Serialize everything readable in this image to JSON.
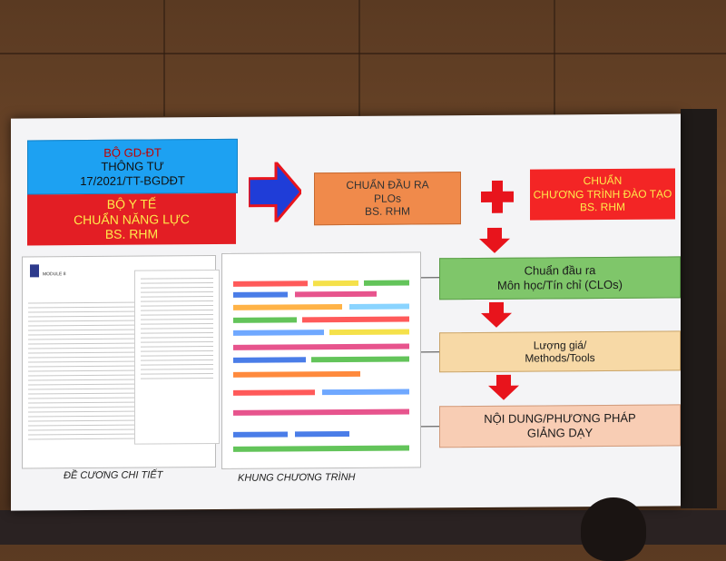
{
  "boxes": {
    "ministry_education": {
      "line1": "BỘ GD-ĐT",
      "line2": "THÔNG TƯ",
      "line3": "17/2021/TT-BGDĐT"
    },
    "ministry_health": {
      "line1": "BỘ Y TẾ",
      "line2": "CHUẨN NĂNG LỰC",
      "line3": "BS. RHM"
    },
    "program_outcomes": {
      "line1": "CHUẨN ĐẦU RA",
      "line2": "PLOs",
      "line3": "BS. RHM"
    },
    "program_standard": {
      "line1": "CHUẨN",
      "line2": "CHƯƠNG TRÌNH ĐÀO TẠO",
      "line3": "BS. RHM"
    },
    "course_outcomes": {
      "line1": "Chuẩn đầu ra",
      "line2": "Môn học/Tín chỉ (CLOs)"
    },
    "assessment": {
      "line1": "Lượng giá/",
      "line2": "Methods/Tools"
    },
    "content_methods": {
      "line1": "NỘI DUNG/PHƯƠNG PHÁP",
      "line2": "GIẢNG DẠY"
    }
  },
  "doc_left": {
    "title": "MODULE 8"
  },
  "captions": {
    "syllabus": "ĐỀ CƯƠNG CHI TIẾT",
    "curriculum": "KHUNG CHƯƠNG TRÌNH"
  },
  "colors": {
    "blue": "#1da1f2",
    "red": "#e31e24",
    "orange": "#f08a4b",
    "green": "#7fc66a",
    "tan": "#f7d9a6",
    "pink": "#f8cdb4",
    "arrow_red": "#e8141c",
    "arrow_blue": "#1f3dd8"
  },
  "icons": [
    "right-arrow-icon",
    "plus-icon",
    "down-arrow-icon",
    "left-arrow-icon"
  ]
}
